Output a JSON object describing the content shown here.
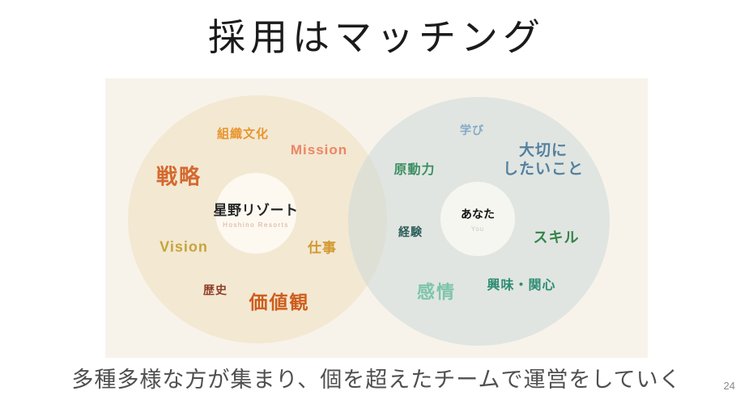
{
  "slide": {
    "title": "採用はマッチング",
    "caption": "多種多様な方が集まり、個を超えたチームで運営をしていく",
    "page_number": "24"
  },
  "diagram": {
    "type": "venn",
    "background_color": "#f8f3ea",
    "left_circle": {
      "center_label": "星野リゾート",
      "center_sublabel": "Hoshino Resorts",
      "fill_color": "#f3e8d2",
      "items": [
        {
          "text": "戦略",
          "color": "#d4692f"
        },
        {
          "text": "組織文化",
          "color": "#e8952e"
        },
        {
          "text": "Mission",
          "color": "#ec8565"
        },
        {
          "text": "Vision",
          "color": "#c6a43b"
        },
        {
          "text": "仕事",
          "color": "#d2992f"
        },
        {
          "text": "歴史",
          "color": "#8d3e28"
        },
        {
          "text": "価値観",
          "color": "#ce5d1d"
        }
      ]
    },
    "right_circle": {
      "center_label": "あなた",
      "center_sublabel": "You",
      "fill_color": "#dfe4e0",
      "items": [
        {
          "text": "学び",
          "color": "#84a9c6"
        },
        {
          "text": "大切に\nしたいこと",
          "color": "#54809f"
        },
        {
          "text": "原動力",
          "color": "#3b8e62"
        },
        {
          "text": "経験",
          "color": "#2d5e59"
        },
        {
          "text": "スキル",
          "color": "#36834a"
        },
        {
          "text": "興味・関心",
          "color": "#2e8d73"
        },
        {
          "text": "感情",
          "color": "#7dc5a9"
        }
      ]
    }
  }
}
